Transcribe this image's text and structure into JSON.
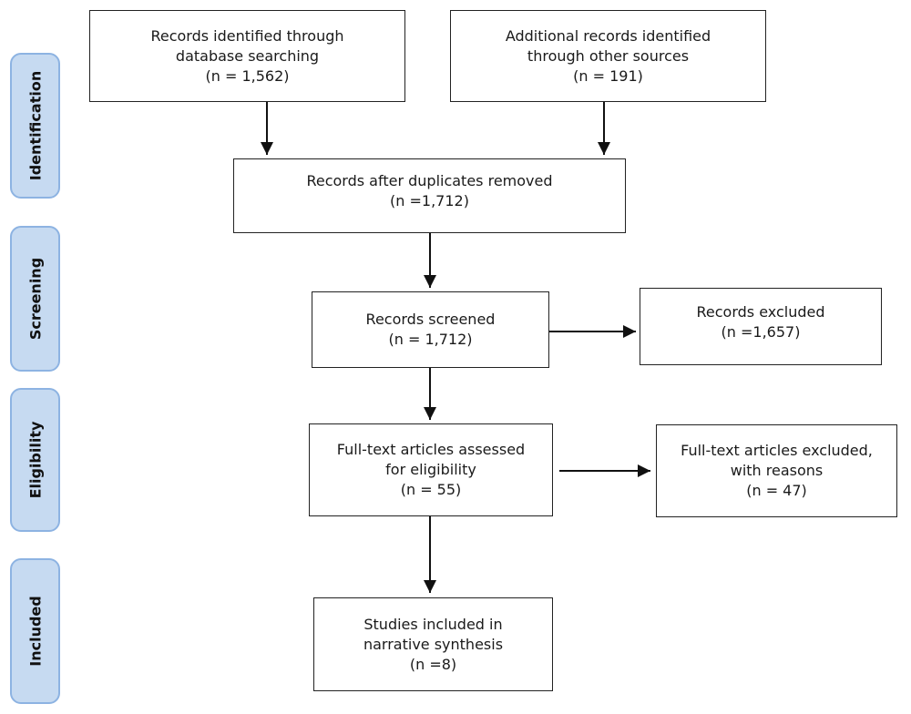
{
  "phases": [
    "Identification",
    "Screening",
    "Eligibility",
    "Included"
  ],
  "boxes": {
    "database": {
      "line1": "Records identified through",
      "line2": "database searching",
      "line3": "(n = 1,562)"
    },
    "other_sources": {
      "line1": "Additional records identified",
      "line2": "through other sources",
      "line3": "(n = 191)"
    },
    "duplicates_removed": {
      "line1": "Records after duplicates removed",
      "line2": "(n =1,712)"
    },
    "screened": {
      "line1": "Records screened",
      "line2": "(n = 1,712)"
    },
    "excluded": {
      "line1": "Records excluded",
      "line2": "(n =1,657)"
    },
    "full_text_assessed": {
      "line1": "Full-text articles assessed",
      "line2": "for eligibility",
      "line3": "(n = 55)"
    },
    "full_text_excluded": {
      "line1": "Full-text articles excluded,",
      "line2": "with reasons",
      "line3": "(n = 47)"
    },
    "included": {
      "line1": "Studies included in",
      "line2": "narrative synthesis",
      "line3": "(n =8)"
    }
  }
}
